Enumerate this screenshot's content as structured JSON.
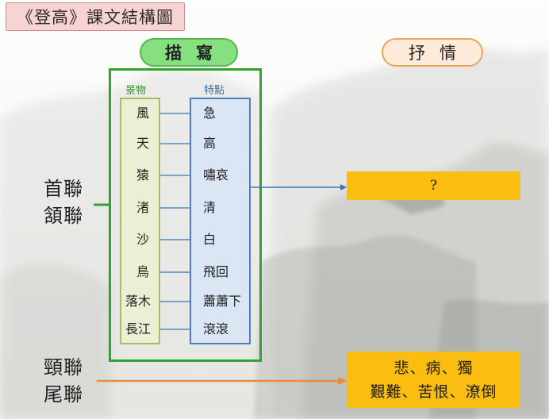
{
  "title": "《登高》課文結構圖",
  "describe_label": "描寫",
  "lyric_label": "抒情",
  "scenery_header": "景物",
  "feature_header": "特點",
  "rows": [
    {
      "scenery": "風",
      "feature": "急"
    },
    {
      "scenery": "天",
      "feature": "高"
    },
    {
      "scenery": "猿",
      "feature": "嘯哀"
    },
    {
      "scenery": "渚",
      "feature": "清"
    },
    {
      "scenery": "沙",
      "feature": "白"
    },
    {
      "scenery": "鳥",
      "feature": "飛回"
    },
    {
      "scenery": "落木",
      "feature": "蕭蕭下"
    },
    {
      "scenery": "長江",
      "feature": "滾滾"
    }
  ],
  "couplet_1": "首聯",
  "couplet_2": "頷聯",
  "couplet_3": "頸聯",
  "couplet_4": "尾聯",
  "answer_unknown": "?",
  "emotions_line1": "悲、病、獨",
  "emotions_line2": "艱難、苦恨、潦倒",
  "colors": {
    "green": "#2fa52f",
    "blue_line": "#3b76b8",
    "orange_line": "#ed8b3b",
    "gold": "#fbbd10",
    "title_pink": "#f8d3d3"
  }
}
